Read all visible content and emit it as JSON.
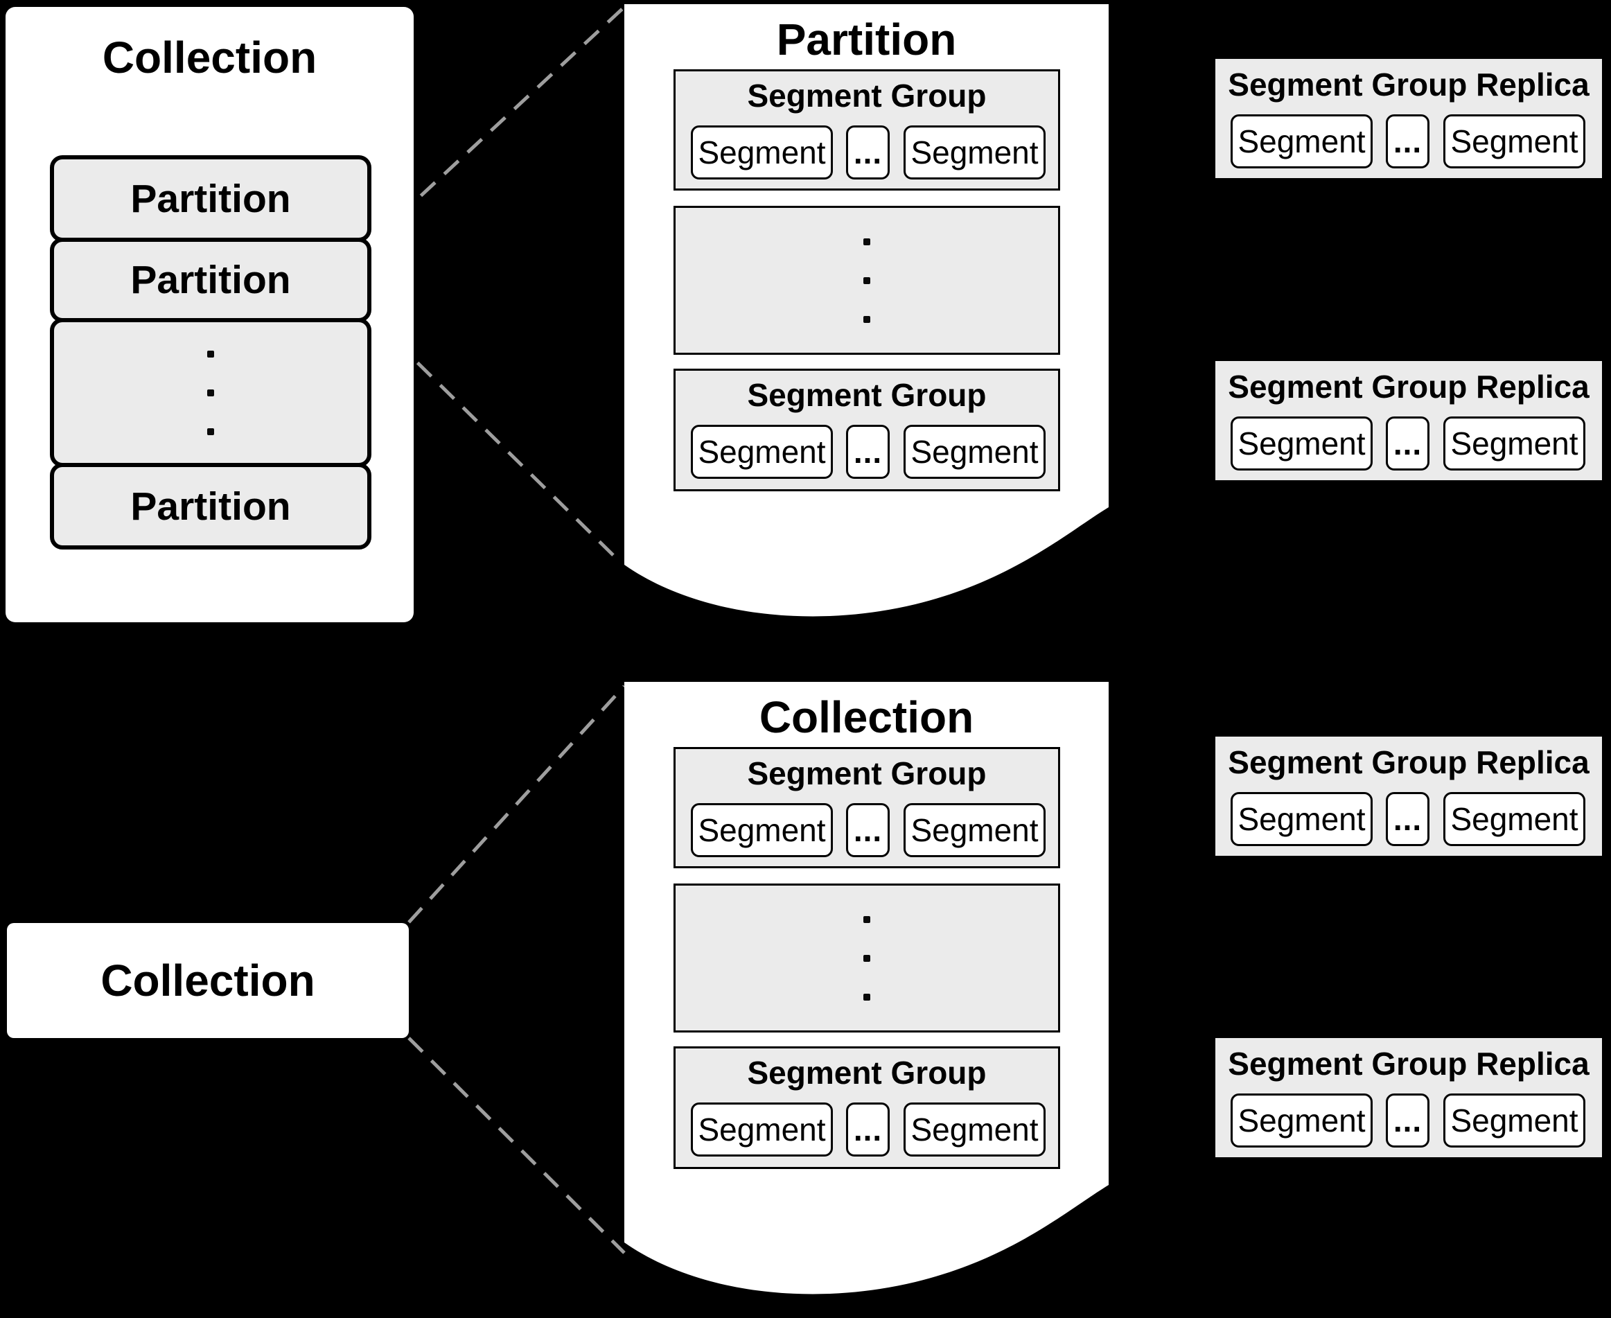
{
  "colors": {
    "background": "#000000",
    "panel_fill": "#ebebeb",
    "panel_white": "#ffffff",
    "stroke": "#000000",
    "dashed_connector": "#9e9e9e"
  },
  "collection_card": {
    "title": "Collection",
    "partitions": [
      "Partition",
      "Partition",
      "Partition"
    ]
  },
  "partition_doc": {
    "title": "Partition",
    "groups": [
      {
        "title": "Segment Group",
        "segment_left": "Segment",
        "ellipsis": "...",
        "segment_right": "Segment"
      },
      {
        "title": "Segment Group",
        "segment_left": "Segment",
        "ellipsis": "...",
        "segment_right": "Segment"
      }
    ]
  },
  "collection_doc": {
    "title": "Collection",
    "groups": [
      {
        "title": "Segment Group",
        "segment_left": "Segment",
        "ellipsis": "...",
        "segment_right": "Segment"
      },
      {
        "title": "Segment Group",
        "segment_left": "Segment",
        "ellipsis": "...",
        "segment_right": "Segment"
      }
    ]
  },
  "collection_box": {
    "label": "Collection"
  },
  "replicas": [
    {
      "title": "Segment Group Replica",
      "segment_left": "Segment",
      "ellipsis": "...",
      "segment_right": "Segment"
    },
    {
      "title": "Segment Group Replica",
      "segment_left": "Segment",
      "ellipsis": "...",
      "segment_right": "Segment"
    },
    {
      "title": "Segment Group Replica",
      "segment_left": "Segment",
      "ellipsis": "...",
      "segment_right": "Segment"
    },
    {
      "title": "Segment Group Replica",
      "segment_left": "Segment",
      "ellipsis": "...",
      "segment_right": "Segment"
    }
  ]
}
